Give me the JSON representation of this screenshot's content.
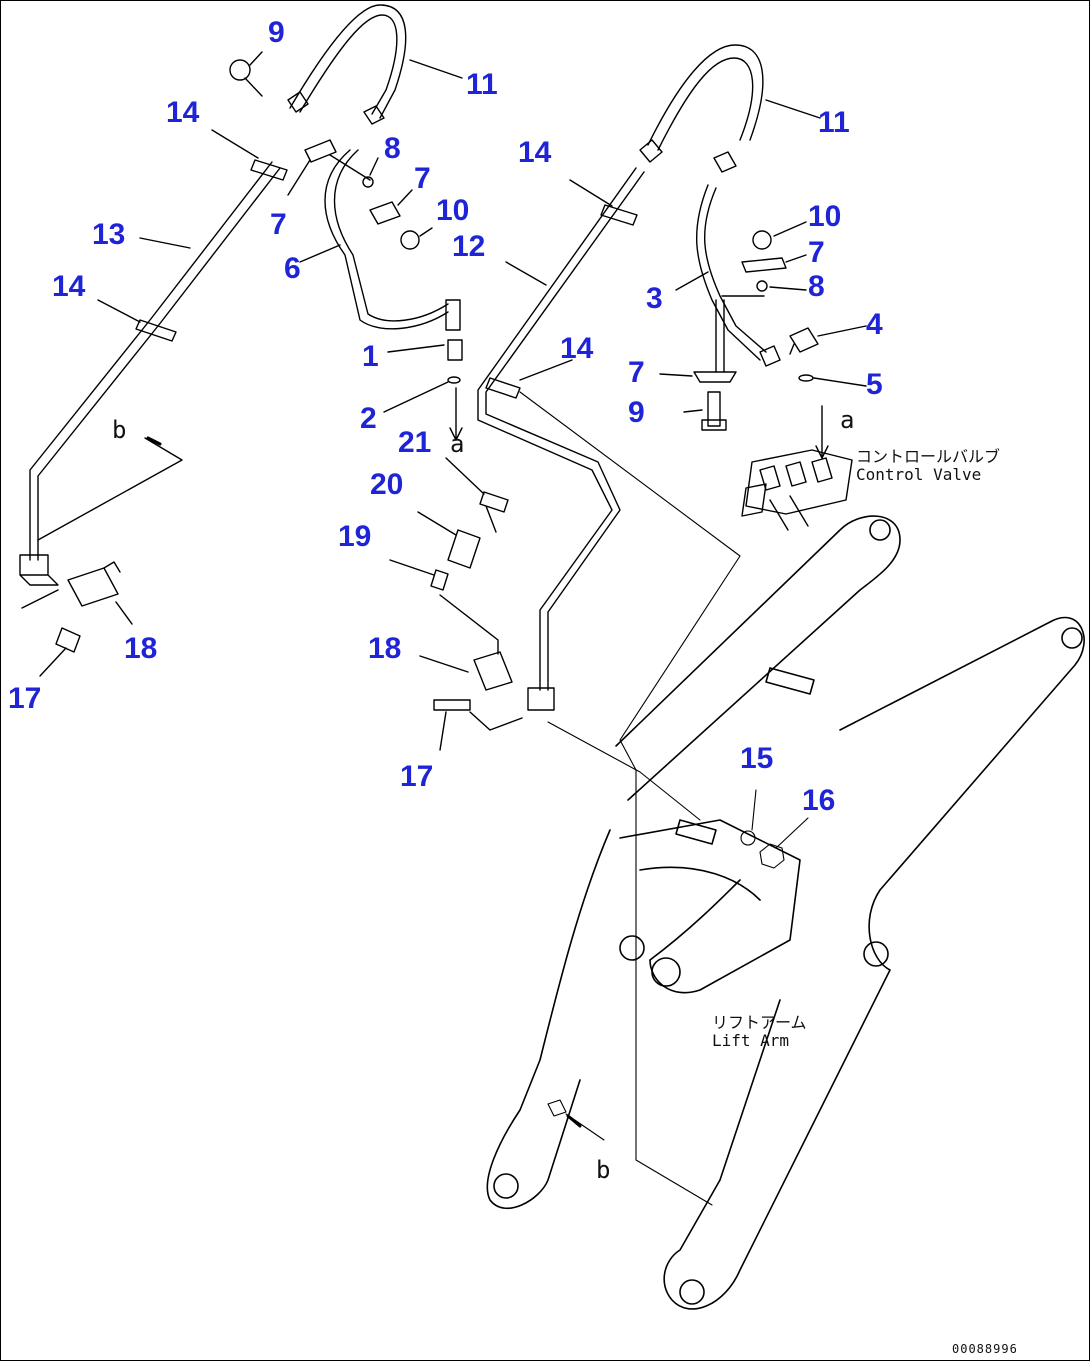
{
  "callouts": [
    "1",
    "2",
    "3",
    "4",
    "5",
    "6",
    "7",
    "8",
    "9",
    "10",
    "11",
    "12",
    "13",
    "14",
    "15",
    "16",
    "17",
    "18",
    "19",
    "20",
    "21"
  ],
  "refs": {
    "a": "a",
    "b": "b"
  },
  "labels": {
    "control_valve_jp": "コントロールバルブ",
    "control_valve_en": "Control Valve",
    "lift_arm_jp": "リフトアーム",
    "lift_arm_en": "Lift Arm"
  },
  "drawing_code": "00088996",
  "colors": {
    "callout": "#1f24d6",
    "line": "#000000",
    "background": "#ffffff"
  }
}
